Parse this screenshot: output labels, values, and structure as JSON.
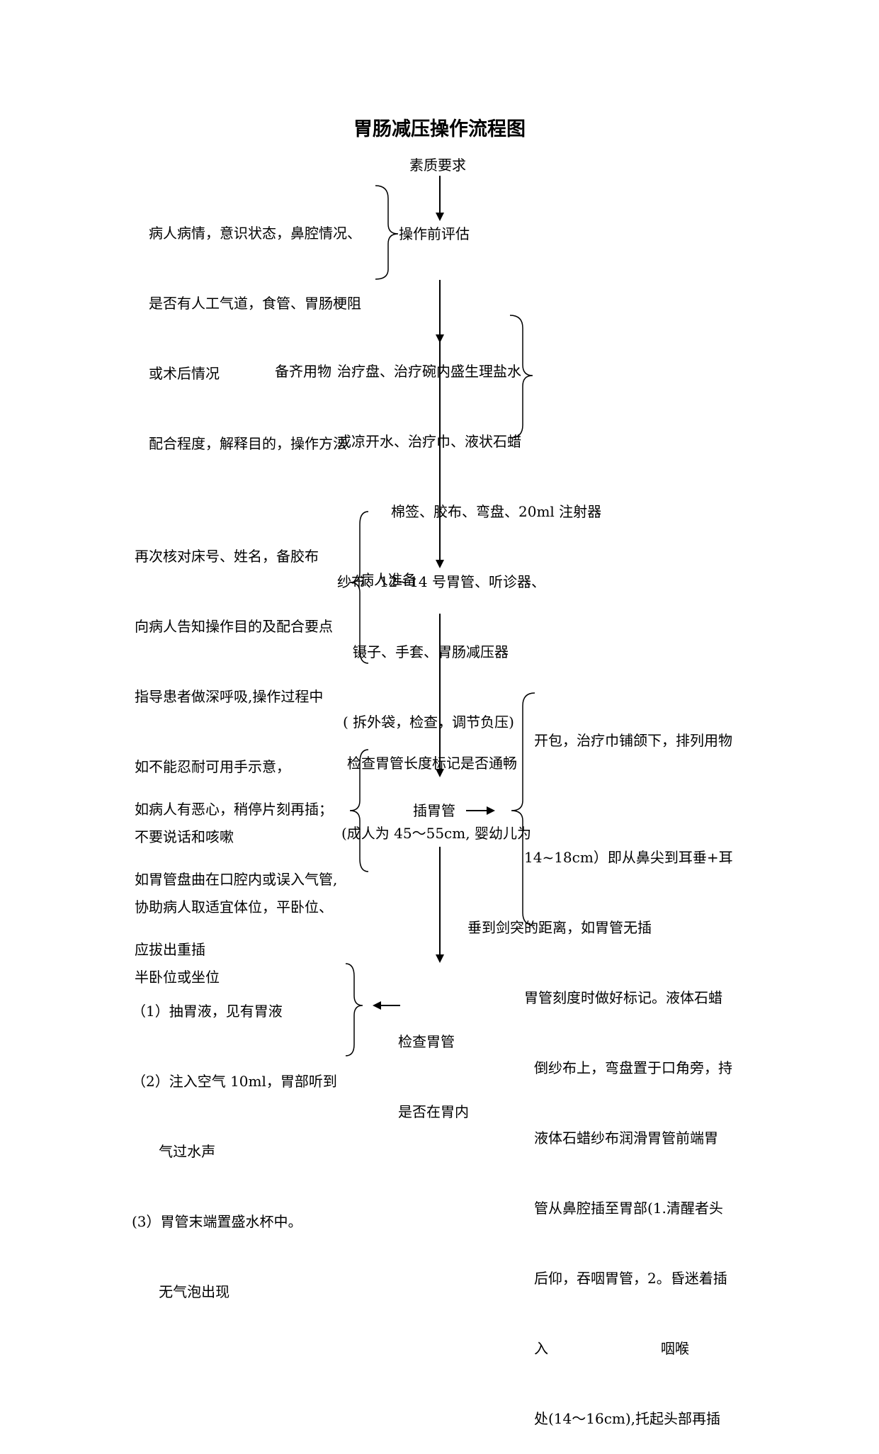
{
  "title": "胃肠减压操作流程图",
  "steps": {
    "s1": "素质要求",
    "s2": "操作前评估",
    "s3": "备齐用物",
    "s4": "病人准备",
    "s5": "插胃管",
    "s6": [
      "检查胃管",
      "是否在胃内"
    ]
  },
  "notes": {
    "assessment": [
      "病人病情，意识状态，鼻腔情况、",
      "是否有人工气道，食管、胃肠梗阻",
      "或术后情况",
      "配合程度，解释目的，操作方法"
    ],
    "supplies": [
      "治疗盘、治疗碗内盛生理盐水",
      "或凉开水、治疗巾、液状石蜡",
      "棉签、胶布、弯盘、20ml 注射器",
      "纱布、12~14 号胃管、听诊器、",
      "镊子、手套、胃肠减压器",
      "( 拆外袋，检查，调节负压)"
    ],
    "patient_prep": [
      "再次核对床号、姓名，备胶布",
      "向病人告知操作目的及配合要点",
      "指导患者做深呼吸,操作过程中",
      "如不能忍耐可用手示意，",
      "不要说话和咳嗽",
      "协助病人取适宜体位，平卧位、",
      "半卧位或坐位"
    ],
    "measure": [
      "检查胃管长度标记是否通畅",
      "(成人为 45～55cm, 婴幼儿为"
    ],
    "nausea": [
      "如病人有恶心，稍停片刻再插；",
      "如胃管盘曲在口腔内或误入气管,",
      "应拔出重插"
    ],
    "insert": [
      "开包，治疗巾铺颌下，排列用物",
      "",
      "14~18cm）即从鼻尖到耳垂+耳",
      "垂到剑突的距离，如胃管无插",
      "胃管刻度时做好标记。液体石蜡",
      "倒纱布上，弯盘置于口角旁，持",
      "液体石蜡纱布润滑胃管前端胃",
      "管从鼻腔插至胃部(1.清醒者头",
      "后仰，吞咽胃管，2。昏迷着插",
      "入                         咽喉",
      "处(14～16cm),托起头部再插"
    ],
    "check": [
      "（1）抽胃液，见有胃液",
      "（2）注入空气 10ml，胃部听到",
      "      气过水声",
      "(3）胃管末端置盛水杯中。",
      "      无气泡出现"
    ]
  }
}
